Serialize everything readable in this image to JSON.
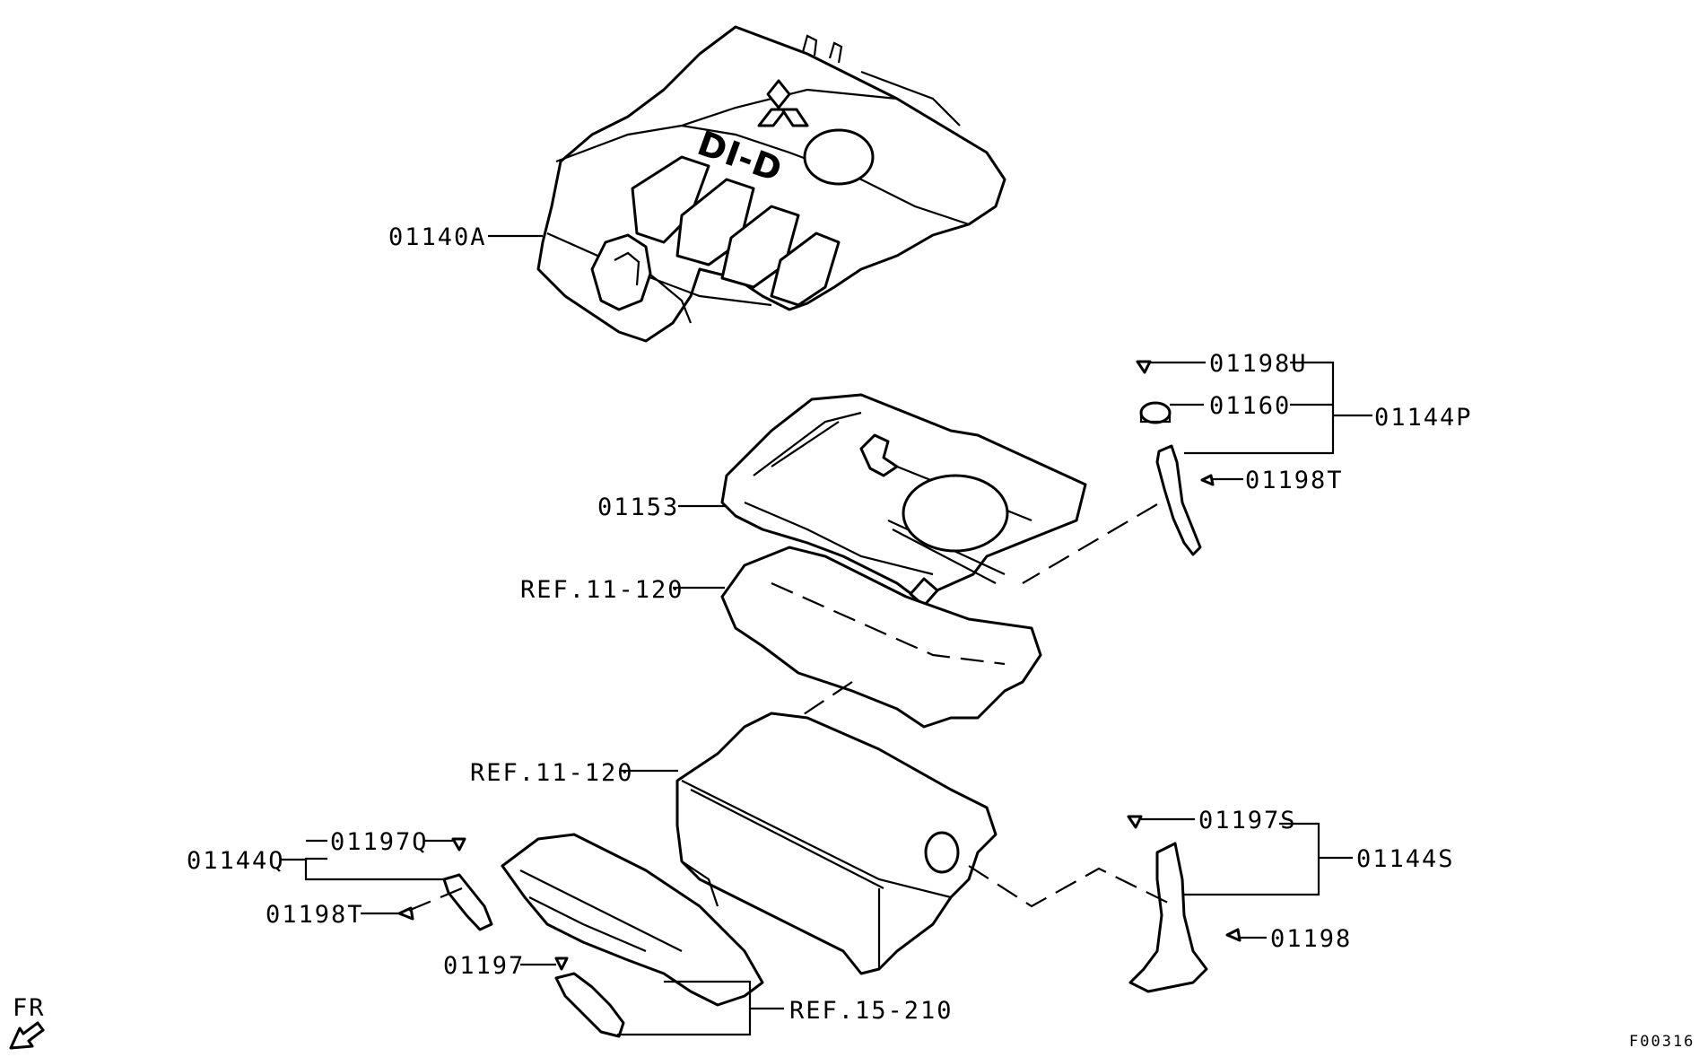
{
  "labels": {
    "cover": "01140A",
    "insulator": "01153",
    "ref_upper": "REF.11-120",
    "ref_lower": "REF.11-120",
    "bolt_u": "01198U",
    "grommet": "01160",
    "bracket_p": "01144P",
    "bolt_t_right": "01198T",
    "bolt_s": "01197S",
    "bracket_s": "01144S",
    "bolt_right": "01198",
    "bracket_q": "01144Q",
    "bolt_q": "01197Q",
    "bolt_t_left": "01198T",
    "bolt_left": "01197",
    "ref_intake": "REF.15-210"
  },
  "logo_text": "DI-D",
  "direction": "FR",
  "figure_code": "F00316"
}
